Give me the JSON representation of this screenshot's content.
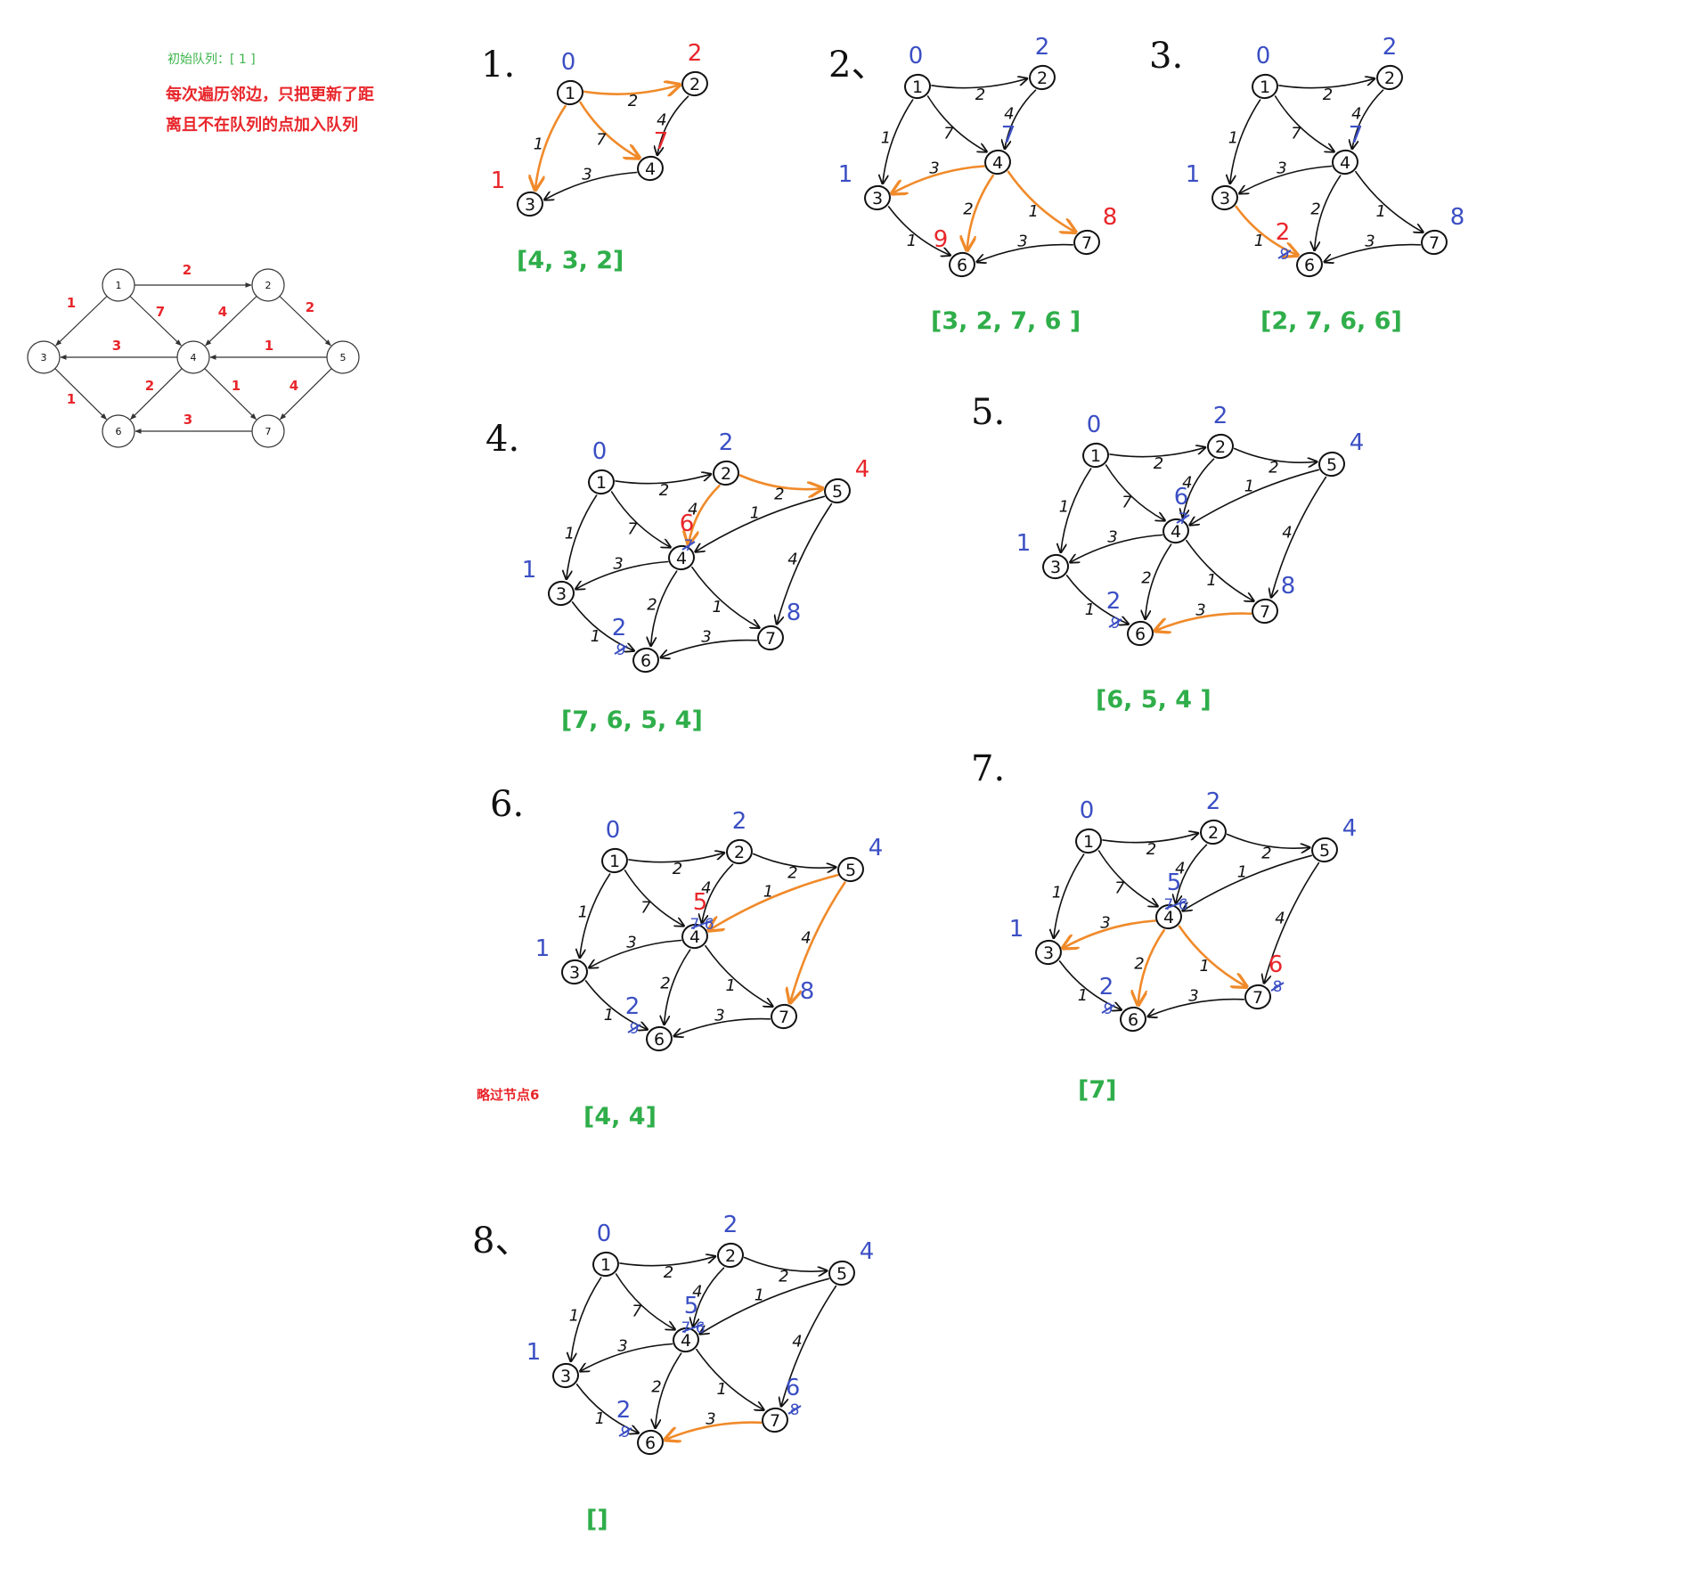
{
  "notes": {
    "initial_queue": "初始队列：[ 1 ]",
    "rule_line1": "每次遍历邻边，只把更新了距",
    "rule_line2": "离且不在队列的点加入队列",
    "skip_node": "略过节点6"
  },
  "colors": {
    "orange": "#f08a2a",
    "red": "#e8262b",
    "blue": "#3b4fc4",
    "green": "#2fae4a",
    "ink": "#111111"
  },
  "reference_graph": {
    "nodes": [
      "1",
      "2",
      "3",
      "4",
      "5",
      "6",
      "7"
    ],
    "edges": [
      {
        "from": "1",
        "to": "2",
        "weight": "2"
      },
      {
        "from": "1",
        "to": "3",
        "weight": "1"
      },
      {
        "from": "1",
        "to": "4",
        "weight": "7"
      },
      {
        "from": "2",
        "to": "4",
        "weight": "4"
      },
      {
        "from": "2",
        "to": "5",
        "weight": "2"
      },
      {
        "from": "4",
        "to": "3",
        "weight": "3"
      },
      {
        "from": "5",
        "to": "4",
        "weight": "1"
      },
      {
        "from": "3",
        "to": "6",
        "weight": "1"
      },
      {
        "from": "4",
        "to": "6",
        "weight": "2"
      },
      {
        "from": "4",
        "to": "7",
        "weight": "1"
      },
      {
        "from": "5",
        "to": "7",
        "weight": "4"
      },
      {
        "from": "7",
        "to": "6",
        "weight": "3"
      }
    ]
  },
  "steps": [
    {
      "label": "1.",
      "queue": "[4, 3, 2]",
      "dist": {
        "1": "0",
        "2": "2",
        "3": "1",
        "4": "7"
      },
      "new_dist": [
        "2",
        "3",
        "4"
      ],
      "crossed": {},
      "active_edges": [
        [
          "1",
          "2"
        ],
        [
          "1",
          "3"
        ],
        [
          "1",
          "4"
        ]
      ]
    },
    {
      "label": "2、",
      "queue": "[3, 2, 7, 6 ]",
      "dist": {
        "1": "0",
        "2": "2",
        "3": "1",
        "4": "7",
        "6": "9",
        "7": "8"
      },
      "new_dist": [
        "6",
        "7"
      ],
      "crossed": {},
      "active_edges": [
        [
          "4",
          "3"
        ],
        [
          "4",
          "6"
        ],
        [
          "4",
          "7"
        ]
      ]
    },
    {
      "label": "3.",
      "queue": "[2, 7, 6, 6]",
      "dist": {
        "1": "0",
        "2": "2",
        "3": "1",
        "4": "7",
        "6": "2",
        "7": "8"
      },
      "new_dist": [
        "6"
      ],
      "crossed": {
        "6": "9"
      },
      "active_edges": [
        [
          "3",
          "6"
        ]
      ]
    },
    {
      "label": "4.",
      "queue": "[7, 6, 5, 4]",
      "dist": {
        "1": "0",
        "2": "2",
        "3": "1",
        "4": "6",
        "5": "4",
        "6": "2",
        "7": "8"
      },
      "new_dist": [
        "4",
        "5"
      ],
      "crossed": {
        "4": "7",
        "6": "9"
      },
      "active_edges": [
        [
          "2",
          "4"
        ],
        [
          "2",
          "5"
        ]
      ]
    },
    {
      "label": "5.",
      "queue": "[6, 5, 4 ]",
      "dist": {
        "1": "0",
        "2": "2",
        "3": "1",
        "4": "6",
        "5": "4",
        "6": "2",
        "7": "8"
      },
      "new_dist": [],
      "crossed": {
        "4": "7",
        "6": "9"
      },
      "active_edges": [
        [
          "7",
          "6"
        ]
      ]
    },
    {
      "label": "6.",
      "queue": "[4, 4]",
      "dist": {
        "1": "0",
        "2": "2",
        "3": "1",
        "4": "5",
        "5": "4",
        "6": "2",
        "7": "8"
      },
      "new_dist": [
        "4"
      ],
      "crossed": {
        "4": "7 6",
        "6": "9"
      },
      "active_edges": [
        [
          "5",
          "4"
        ],
        [
          "5",
          "7"
        ]
      ]
    },
    {
      "label": "7.",
      "queue": "[7]",
      "dist": {
        "1": "0",
        "2": "2",
        "3": "1",
        "4": "5",
        "5": "4",
        "6": "2",
        "7": "6"
      },
      "new_dist": [
        "7"
      ],
      "crossed": {
        "4": "7 6",
        "6": "9",
        "7": "8"
      },
      "active_edges": [
        [
          "4",
          "3"
        ],
        [
          "4",
          "6"
        ],
        [
          "4",
          "7"
        ]
      ]
    },
    {
      "label": "8、",
      "queue": "[]",
      "dist": {
        "1": "0",
        "2": "2",
        "3": "1",
        "4": "5",
        "5": "4",
        "6": "2",
        "7": "6"
      },
      "new_dist": [],
      "crossed": {
        "4": "7 6",
        "6": "9",
        "7": "8"
      },
      "active_edges": [
        [
          "7",
          "6"
        ]
      ]
    }
  ]
}
